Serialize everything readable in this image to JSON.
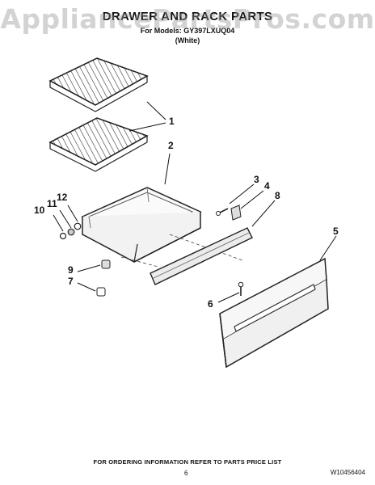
{
  "watermark": "AppliancePartsPros.com",
  "title": "DRAWER AND RACK PARTS",
  "subtitle": "For Models: GY397LXUQ04",
  "subtitle_color": "(White)",
  "callouts": [
    {
      "id": "rack",
      "label": "1"
    },
    {
      "id": "drawer",
      "label": "2"
    },
    {
      "id": "screw-3",
      "label": "3"
    },
    {
      "id": "clip-4",
      "label": "4"
    },
    {
      "id": "front-panel",
      "label": "5"
    },
    {
      "id": "screw-6",
      "label": "6"
    },
    {
      "id": "part-7",
      "label": "7"
    },
    {
      "id": "rail-8",
      "label": "8"
    },
    {
      "id": "part-9",
      "label": "9"
    },
    {
      "id": "part-10",
      "label": "10"
    },
    {
      "id": "part-11",
      "label": "11"
    },
    {
      "id": "part-12",
      "label": "12"
    }
  ],
  "footer": {
    "note": "FOR ORDERING INFORMATION REFER TO PARTS PRICE LIST",
    "page": "6",
    "code": "W10456404"
  }
}
